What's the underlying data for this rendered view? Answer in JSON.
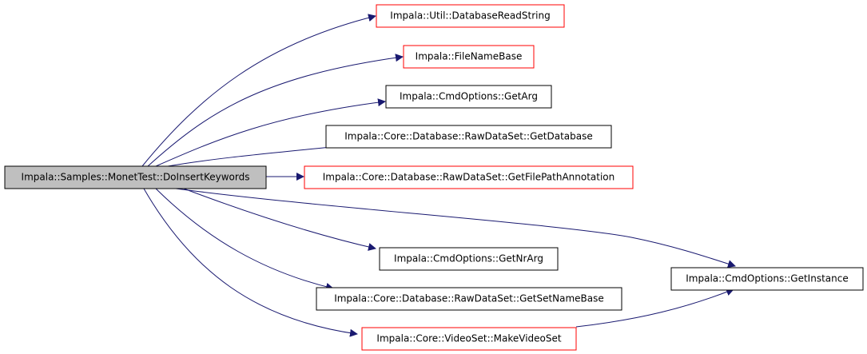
{
  "diagram": {
    "type": "call-graph",
    "colors": {
      "root_fill": "#bfbfbf",
      "documented_border": "#000000",
      "undocumented_border": "#ff0000",
      "edge": "#191970"
    },
    "nodes": [
      {
        "id": "root",
        "label": "Impala::Samples::MonetTest::DoInsertKeywords",
        "style": "root"
      },
      {
        "id": "n1",
        "label": "Impala::Util::DatabaseReadString",
        "style": "red"
      },
      {
        "id": "n2",
        "label": "Impala::FileNameBase",
        "style": "red"
      },
      {
        "id": "n3",
        "label": "Impala::CmdOptions::GetArg",
        "style": "black"
      },
      {
        "id": "n4",
        "label": "Impala::Core::Database::RawDataSet::GetDatabase",
        "style": "black"
      },
      {
        "id": "n5",
        "label": "Impala::Core::Database::RawDataSet::GetFilePathAnnotation",
        "style": "red"
      },
      {
        "id": "n6",
        "label": "Impala::CmdOptions::GetNrArg",
        "style": "black"
      },
      {
        "id": "n7",
        "label": "Impala::Core::Database::RawDataSet::GetSetNameBase",
        "style": "black"
      },
      {
        "id": "n8",
        "label": "Impala::Core::VideoSet::MakeVideoSet",
        "style": "red"
      },
      {
        "id": "n9",
        "label": "Impala::CmdOptions::GetInstance",
        "style": "black"
      }
    ],
    "edges": [
      {
        "from": "root",
        "to": "n1"
      },
      {
        "from": "root",
        "to": "n2"
      },
      {
        "from": "root",
        "to": "n3"
      },
      {
        "from": "root",
        "to": "n4"
      },
      {
        "from": "root",
        "to": "n5"
      },
      {
        "from": "root",
        "to": "n9"
      },
      {
        "from": "root",
        "to": "n6"
      },
      {
        "from": "root",
        "to": "n7"
      },
      {
        "from": "root",
        "to": "n8"
      },
      {
        "from": "n8",
        "to": "n9"
      }
    ]
  }
}
